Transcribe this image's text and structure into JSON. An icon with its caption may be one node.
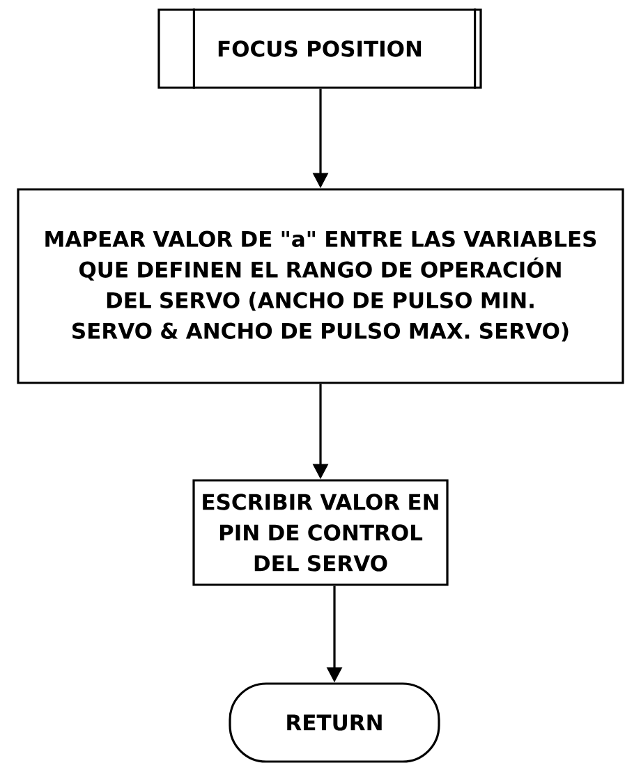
{
  "diagram": {
    "nodes": [
      {
        "text": [
          "FOCUS POSITION"
        ]
      },
      {
        "text": [
          "MAPEAR VALOR DE \"a\" ENTRE LAS VARIABLES QUE DEFINEN EL RANGO DE OPERACIÓN DEL SERVO (ANCHO DE PULSO MIN. SERVO & ANCHO DE PULSO MAX. SERVO)"
        ]
      },
      {
        "text": [
          "ESCRIBIR VALOR EN PIN DE CONTROL DEL SERVO"
        ]
      },
      {
        "text": [
          "RETURN"
        ]
      }
    ],
    "edges": [
      {
        "from": 0,
        "to": 1,
        "arrow": "to"
      },
      {
        "from": 1,
        "to": 2,
        "arrow": "to"
      },
      {
        "from": 2,
        "to": 3,
        "arrow": "to"
      }
    ]
  }
}
